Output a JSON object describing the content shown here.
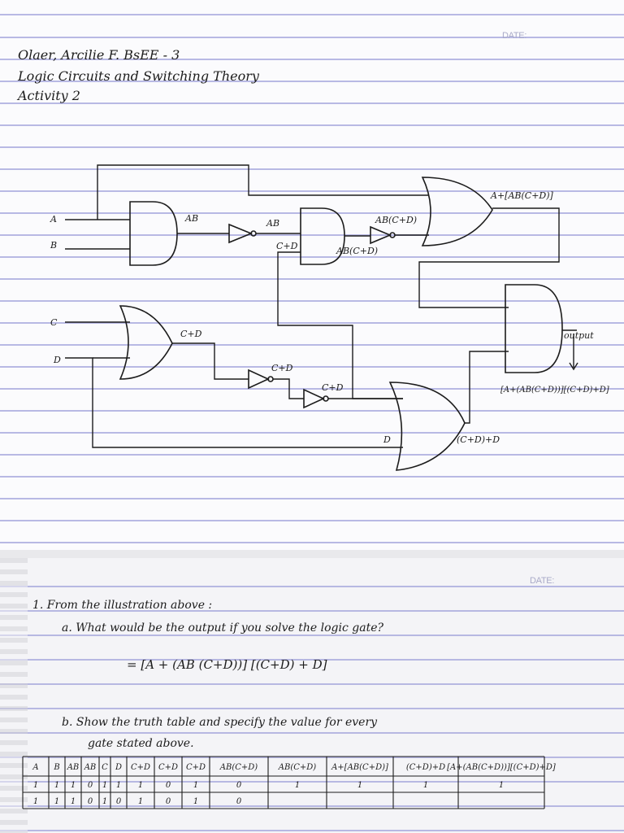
{
  "page1": {
    "date_label": "DATE:",
    "header": {
      "line1": "Olaer, Arcilie F.   BsEE - 3",
      "line2": "Logic Circuits and Switching Theory",
      "line3": "Activity 2"
    },
    "diagram": {
      "inputs": [
        "A",
        "B",
        "C",
        "D"
      ],
      "labels": {
        "and1_out": "AB",
        "not1_out": "AB",
        "and2_in": "C+D",
        "and2_out": "AB(C+D)",
        "not2_out": "AB(C+D)",
        "or1_out": "A+[AB(C+D)]",
        "or2_out": "C+D",
        "not3_out": "C+D",
        "not4_out": "C+D",
        "or3_in": "D",
        "or3_out": "(C+D)+D",
        "and3_out": "output",
        "final_expr": "[A+(AB(C+D))][(C+D)+D]"
      }
    }
  },
  "page2": {
    "date_label": "DATE:",
    "q1": "1. From the illustration above :",
    "q1a": "a. What would be the output if you solve the logic gate?",
    "answer": "= [A + (AB (C+D))] [(C+D) + D]",
    "q1b_line1": "b. Show the truth table and specify the value for every",
    "q1b_line2": "gate stated above.",
    "table": {
      "headers": [
        "A",
        "B",
        "AB",
        "AB",
        "C",
        "D",
        "C+D",
        "C+D",
        "C+D",
        "AB(C+D)",
        "AB(C+D)",
        "A+[AB(C+D)]",
        "(C+D)+D",
        "[A+(AB(C+D))][(C+D)+D]"
      ],
      "rows": [
        [
          "1",
          "1",
          "1",
          "0",
          "1",
          "1",
          "1",
          "0",
          "1",
          "0",
          "1",
          "1",
          "1",
          "1"
        ],
        [
          "1",
          "1",
          "1",
          "0",
          "1",
          "0",
          "1",
          "0",
          "1",
          "0",
          "",
          "",
          "",
          ""
        ]
      ]
    }
  }
}
